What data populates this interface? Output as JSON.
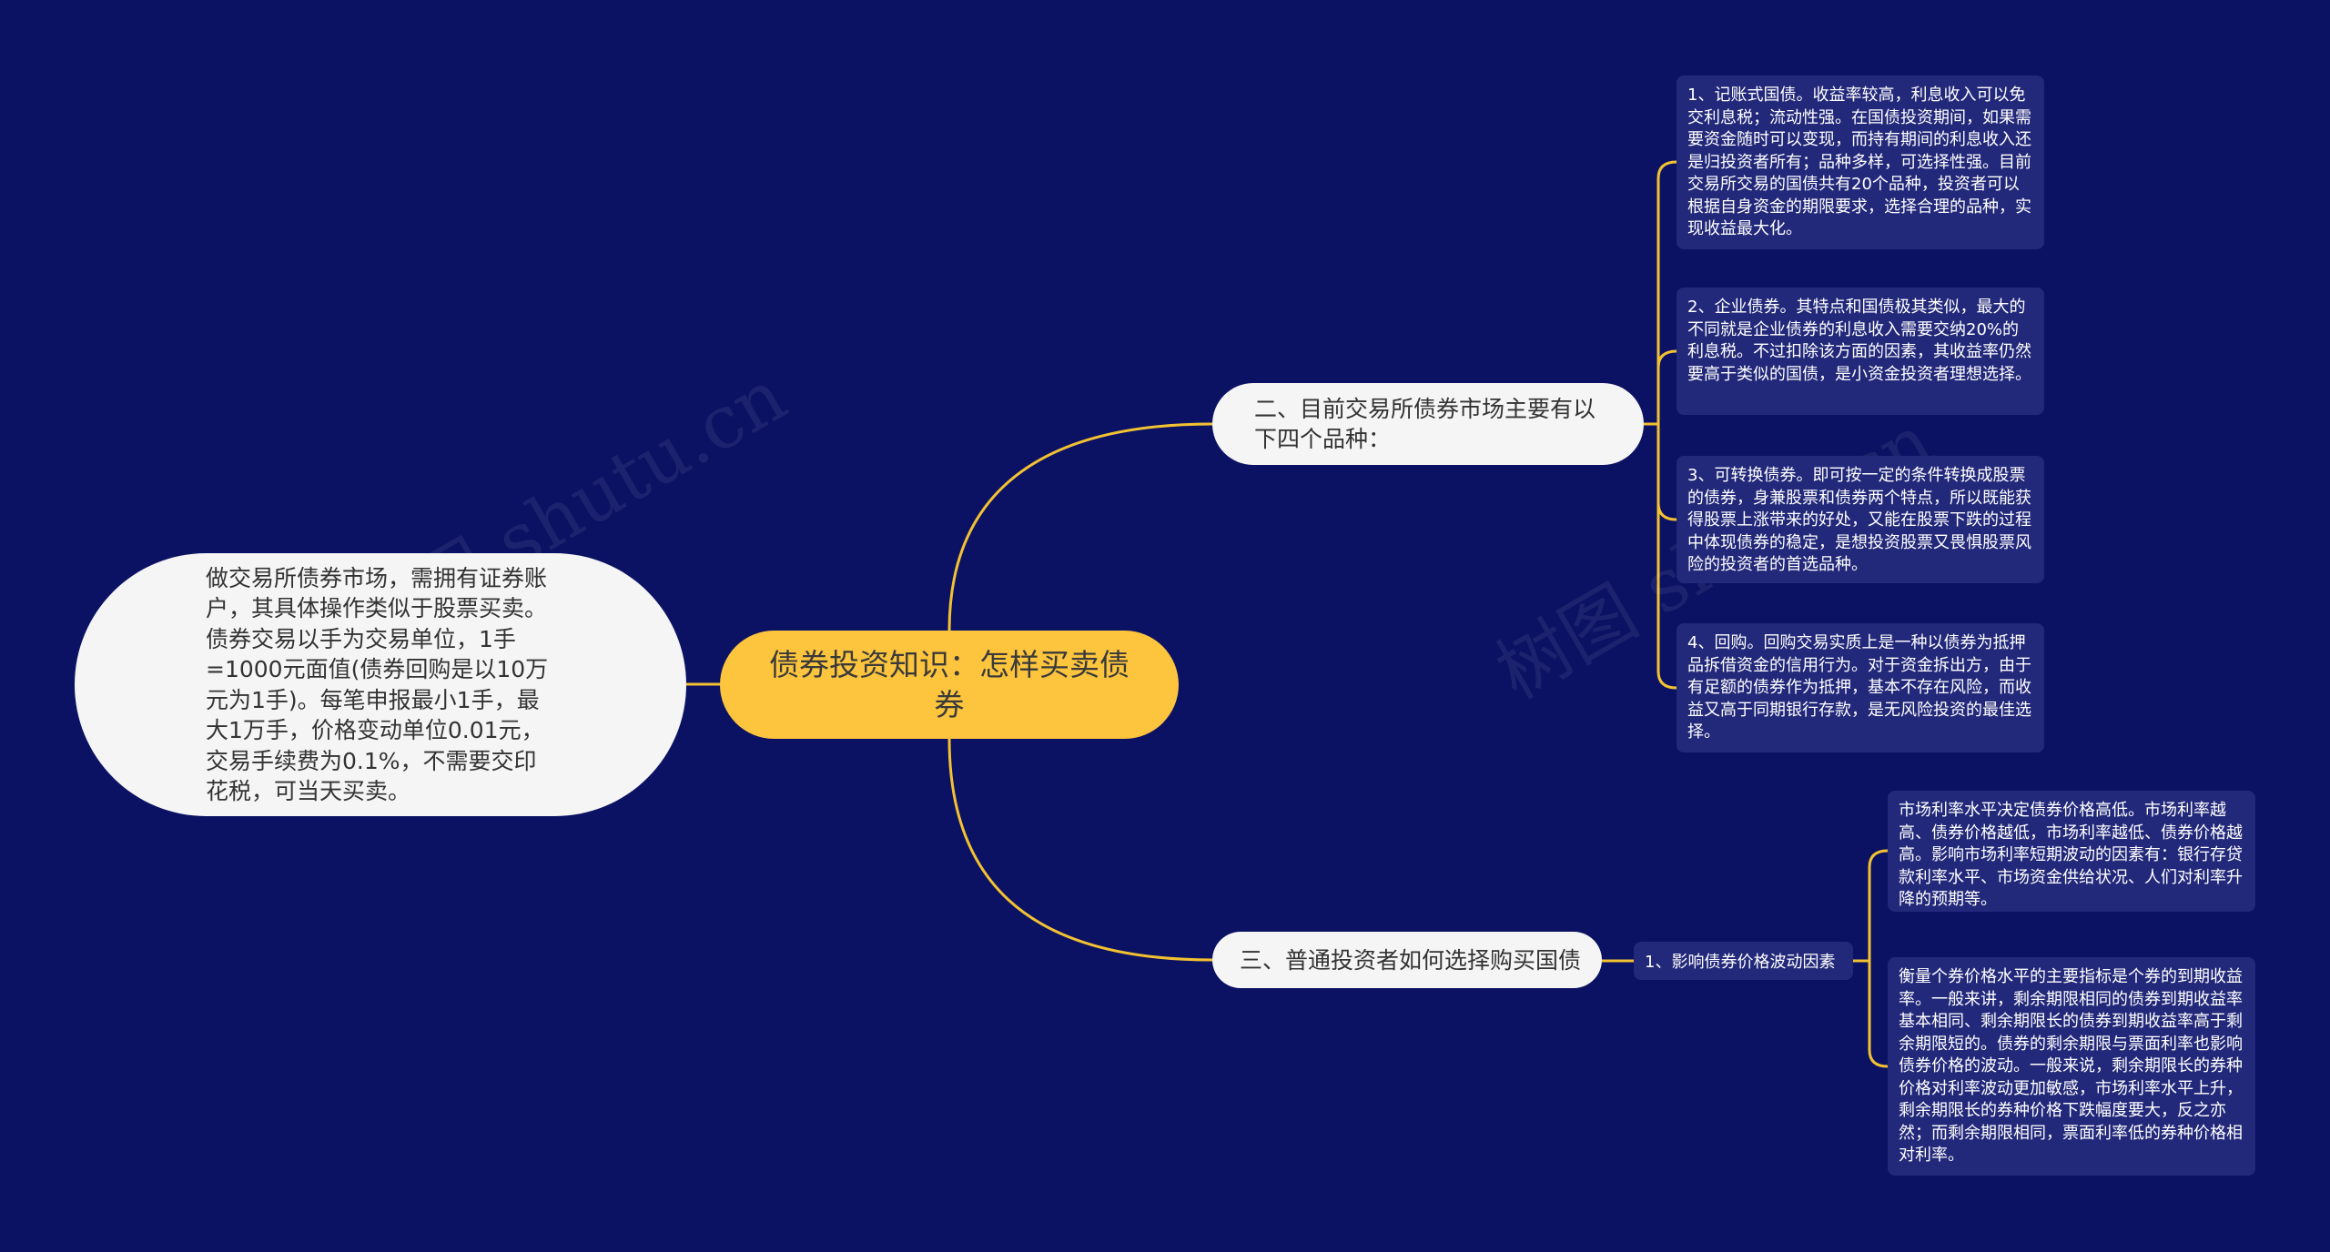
{
  "root": {
    "label": "债券投资知识：怎样买卖债券"
  },
  "left_note": {
    "text": "做交易所债券市场，需拥有证券账户，其具体操作类似于股票买卖。债券交易以手为交易单位，1手=1000元面值(债券回购是以10万元为1手)。每笔申报最小1手，最大1万手，价格变动单位0.01元，交易手续费为0.1%，不需要交印花税，可当天买卖。"
  },
  "branch1": {
    "label": "二、目前交易所债券市场主要有以下四个品种：",
    "items": [
      {
        "text": "1、记账式国债。收益率较高，利息收入可以免交利息税；流动性强。在国债投资期间，如果需要资金随时可以变现，而持有期间的利息收入还是归投资者所有；品种多样，可选择性强。目前交易所交易的国债共有20个品种，投资者可以根据自身资金的期限要求，选择合理的品种，实现收益最大化。"
      },
      {
        "text": "2、企业债券。其特点和国债极其类似，最大的不同就是企业债券的利息收入需要交纳20%的利息税。不过扣除该方面的因素，其收益率仍然要高于类似的国债，是小资金投资者理想选择。"
      },
      {
        "text": "3、可转换债券。即可按一定的条件转换成股票的债券，身兼股票和债券两个特点，所以既能获得股票上涨带来的好处，又能在股票下跌的过程中体现债券的稳定，是想投资股票又畏惧股票风险的投资者的首选品种。"
      },
      {
        "text": "4、回购。回购交易实质上是一种以债券为抵押品拆借资金的信用行为。对于资金拆出方，由于有足额的债券作为抵押，基本不存在风险，而收益又高于同期银行存款，是无风险投资的最佳选择。"
      }
    ]
  },
  "branch2": {
    "label": "三、普通投资者如何选择购买国债",
    "sub": {
      "label": "1、影响债券价格波动因素",
      "items": [
        {
          "text": "市场利率水平决定债券价格高低。市场利率越高、债券价格越低，市场利率越低、债券价格越高。影响市场利率短期波动的因素有：银行存贷款利率水平、市场资金供给状况、人们对利率升降的预期等。"
        },
        {
          "text": "衡量个券价格水平的主要指标是个券的到期收益率。一般来讲，剩余期限相同的债券到期收益率基本相同、剩余期限长的债券到期收益率高于剩余期限短的。债券的剩余期限与票面利率也影响债券价格的波动。一般来说，剩余期限长的券种价格对利率波动更加敏感，市场利率水平上升，剩余期限长的券种价格下跌幅度要大，反之亦然；而剩余期限相同，票面利率低的券种价格相对利率。"
        }
      ]
    }
  },
  "colors": {
    "background": "#0c1263",
    "root_fill": "#fdc53e",
    "connector": "#f2c232",
    "leaf_fill": "#23297a"
  },
  "watermark": "树图 shutu.cn"
}
